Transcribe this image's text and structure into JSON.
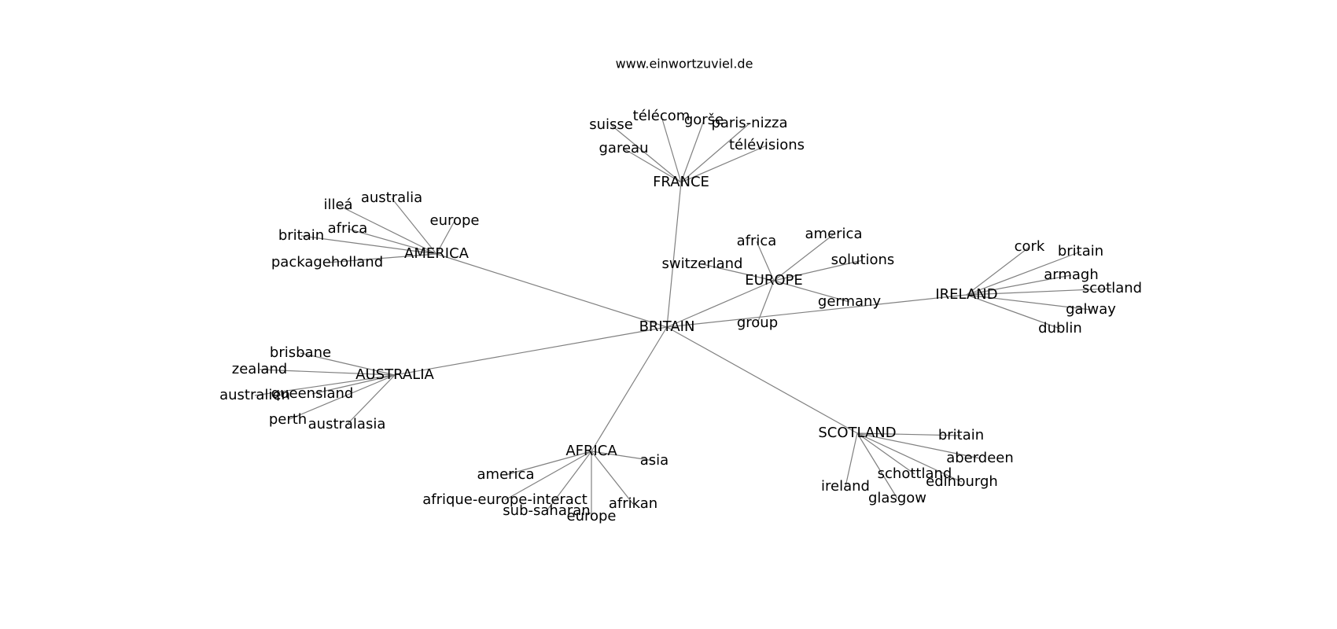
{
  "header": {
    "site": "www.einwortzuviel.de"
  },
  "style": {
    "edge_color": "#808080",
    "text_color": "#000000",
    "background": "#ffffff"
  },
  "graph": {
    "nodes": [
      {
        "id": "britain_hub",
        "label": "BRITAIN"
      },
      {
        "id": "france_hub",
        "label": "FRANCE"
      },
      {
        "id": "america_hub",
        "label": "AMERICA"
      },
      {
        "id": "europe_hub",
        "label": "EUROPE"
      },
      {
        "id": "ireland_hub",
        "label": "IRELAND"
      },
      {
        "id": "australia_hub",
        "label": "AUSTRALIA"
      },
      {
        "id": "africa_hub",
        "label": "AFRICA"
      },
      {
        "id": "scotland_hub",
        "label": "SCOTLAND"
      },
      {
        "id": "fr_suisse",
        "label": "suisse"
      },
      {
        "id": "fr_telecom",
        "label": "télécom"
      },
      {
        "id": "fr_gorse",
        "label": "gorše"
      },
      {
        "id": "fr_parisnizza",
        "label": "paris-nizza"
      },
      {
        "id": "fr_gareau",
        "label": "gareau"
      },
      {
        "id": "fr_televisions",
        "label": "télévisions"
      },
      {
        "id": "am_illea",
        "label": "illeá"
      },
      {
        "id": "am_australia",
        "label": "australia"
      },
      {
        "id": "am_europe",
        "label": "europe"
      },
      {
        "id": "am_africa",
        "label": "africa"
      },
      {
        "id": "am_britain",
        "label": "britain"
      },
      {
        "id": "am_packageholland",
        "label": "packageholland"
      },
      {
        "id": "eu_africa",
        "label": "africa"
      },
      {
        "id": "eu_america",
        "label": "america"
      },
      {
        "id": "eu_solutions",
        "label": "solutions"
      },
      {
        "id": "eu_switzerland",
        "label": "switzerland"
      },
      {
        "id": "eu_germany",
        "label": "germany"
      },
      {
        "id": "eu_group",
        "label": "group"
      },
      {
        "id": "ie_cork",
        "label": "cork"
      },
      {
        "id": "ie_britain",
        "label": "britain"
      },
      {
        "id": "ie_armagh",
        "label": "armagh"
      },
      {
        "id": "ie_scotland",
        "label": "scotland"
      },
      {
        "id": "ie_galway",
        "label": "galway"
      },
      {
        "id": "ie_dublin",
        "label": "dublin"
      },
      {
        "id": "au_brisbane",
        "label": "brisbane"
      },
      {
        "id": "au_zealand",
        "label": "zealand"
      },
      {
        "id": "au_australien",
        "label": "australien"
      },
      {
        "id": "au_queensland",
        "label": "queensland"
      },
      {
        "id": "au_perth",
        "label": "perth"
      },
      {
        "id": "au_australasia",
        "label": "australasia"
      },
      {
        "id": "af_asia",
        "label": "asia"
      },
      {
        "id": "af_america",
        "label": "america"
      },
      {
        "id": "af_interact",
        "label": "afrique-europe-interact"
      },
      {
        "id": "af_subsaharan",
        "label": "sub-saharan"
      },
      {
        "id": "af_europe",
        "label": "europe"
      },
      {
        "id": "af_afrikan",
        "label": "afrikan"
      },
      {
        "id": "sc_britain",
        "label": "britain"
      },
      {
        "id": "sc_aberdeen",
        "label": "aberdeen"
      },
      {
        "id": "sc_schottland",
        "label": "schottland"
      },
      {
        "id": "sc_edinburgh",
        "label": "edinburgh"
      },
      {
        "id": "sc_ireland",
        "label": "ireland"
      },
      {
        "id": "sc_glasgow",
        "label": "glasgow"
      }
    ],
    "edges": [
      [
        "britain_hub",
        "france_hub"
      ],
      [
        "britain_hub",
        "america_hub"
      ],
      [
        "britain_hub",
        "europe_hub"
      ],
      [
        "britain_hub",
        "ireland_hub"
      ],
      [
        "britain_hub",
        "australia_hub"
      ],
      [
        "britain_hub",
        "africa_hub"
      ],
      [
        "britain_hub",
        "scotland_hub"
      ],
      [
        "france_hub",
        "fr_suisse"
      ],
      [
        "france_hub",
        "fr_telecom"
      ],
      [
        "france_hub",
        "fr_gorse"
      ],
      [
        "france_hub",
        "fr_parisnizza"
      ],
      [
        "france_hub",
        "fr_gareau"
      ],
      [
        "france_hub",
        "fr_televisions"
      ],
      [
        "america_hub",
        "am_illea"
      ],
      [
        "america_hub",
        "am_australia"
      ],
      [
        "america_hub",
        "am_europe"
      ],
      [
        "america_hub",
        "am_africa"
      ],
      [
        "america_hub",
        "am_britain"
      ],
      [
        "america_hub",
        "am_packageholland"
      ],
      [
        "europe_hub",
        "eu_africa"
      ],
      [
        "europe_hub",
        "eu_america"
      ],
      [
        "europe_hub",
        "eu_solutions"
      ],
      [
        "europe_hub",
        "eu_switzerland"
      ],
      [
        "europe_hub",
        "eu_germany"
      ],
      [
        "europe_hub",
        "eu_group"
      ],
      [
        "ireland_hub",
        "ie_cork"
      ],
      [
        "ireland_hub",
        "ie_britain"
      ],
      [
        "ireland_hub",
        "ie_armagh"
      ],
      [
        "ireland_hub",
        "ie_scotland"
      ],
      [
        "ireland_hub",
        "ie_galway"
      ],
      [
        "ireland_hub",
        "ie_dublin"
      ],
      [
        "australia_hub",
        "au_brisbane"
      ],
      [
        "australia_hub",
        "au_zealand"
      ],
      [
        "australia_hub",
        "au_australien"
      ],
      [
        "australia_hub",
        "au_queensland"
      ],
      [
        "australia_hub",
        "au_perth"
      ],
      [
        "australia_hub",
        "au_australasia"
      ],
      [
        "africa_hub",
        "af_asia"
      ],
      [
        "africa_hub",
        "af_america"
      ],
      [
        "africa_hub",
        "af_interact"
      ],
      [
        "africa_hub",
        "af_subsaharan"
      ],
      [
        "africa_hub",
        "af_europe"
      ],
      [
        "africa_hub",
        "af_afrikan"
      ],
      [
        "scotland_hub",
        "sc_britain"
      ],
      [
        "scotland_hub",
        "sc_aberdeen"
      ],
      [
        "scotland_hub",
        "sc_schottland"
      ],
      [
        "scotland_hub",
        "sc_edinburgh"
      ],
      [
        "scotland_hub",
        "sc_ireland"
      ],
      [
        "scotland_hub",
        "sc_glasgow"
      ]
    ]
  }
}
